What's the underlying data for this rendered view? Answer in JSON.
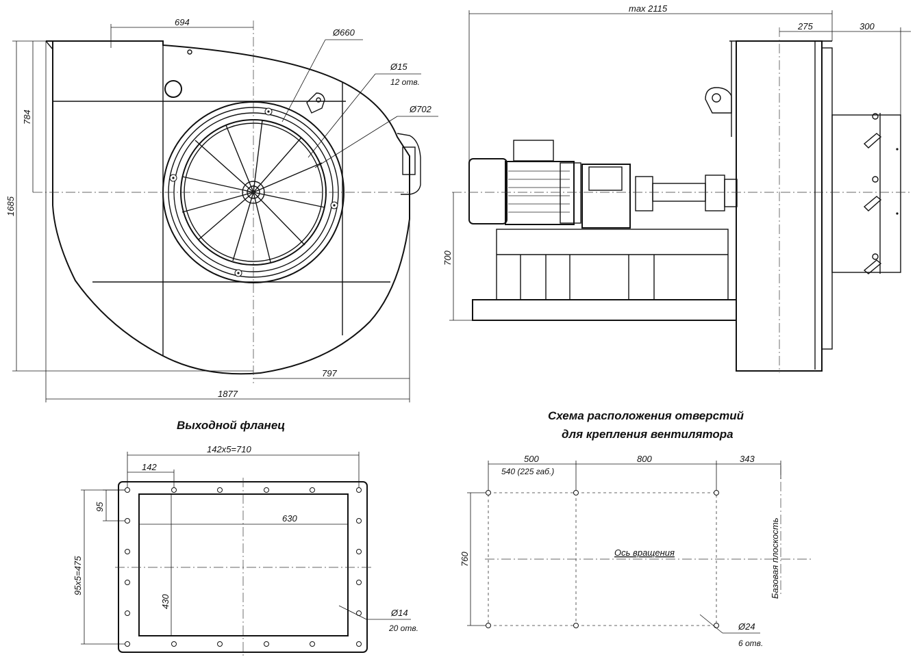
{
  "titles": {
    "outlet_flange": "Выходной фланец",
    "mount_scheme_line1": "Схема расположения отверстий",
    "mount_scheme_line2": "для крепления вентилятора"
  },
  "front_view": {
    "dim_width_top": "694",
    "dim_inlet_d": "Ø660",
    "dim_hole_d": "Ø15",
    "dim_hole_count": "12 отв.",
    "dim_flange_d": "Ø702",
    "dim_height_upper": "784",
    "dim_height_total": "1685",
    "dim_width_right": "797",
    "dim_width_total": "1877"
  },
  "side_view": {
    "dim_length_max": "max 2115",
    "dim_275": "275",
    "dim_300": "300",
    "dim_axis_height": "700"
  },
  "flange_view": {
    "dim_holes_x": "142x5=710",
    "dim_step_x": "142",
    "dim_step_y": "95",
    "dim_opening_w": "630",
    "dim_holes_y": "95x5=475",
    "dim_opening_h": "430",
    "dim_hole_d": "Ø14",
    "dim_hole_count": "20 отв."
  },
  "mount_view": {
    "dim_500": "500",
    "dim_540": "540 (225 габ.)",
    "dim_800": "800",
    "dim_343": "343",
    "dim_760": "760",
    "axis_label": "Ось вращения",
    "base_plane_label": "Базовая  плоскость",
    "dim_hole_d": "Ø24",
    "dim_hole_count": "6 отв."
  }
}
